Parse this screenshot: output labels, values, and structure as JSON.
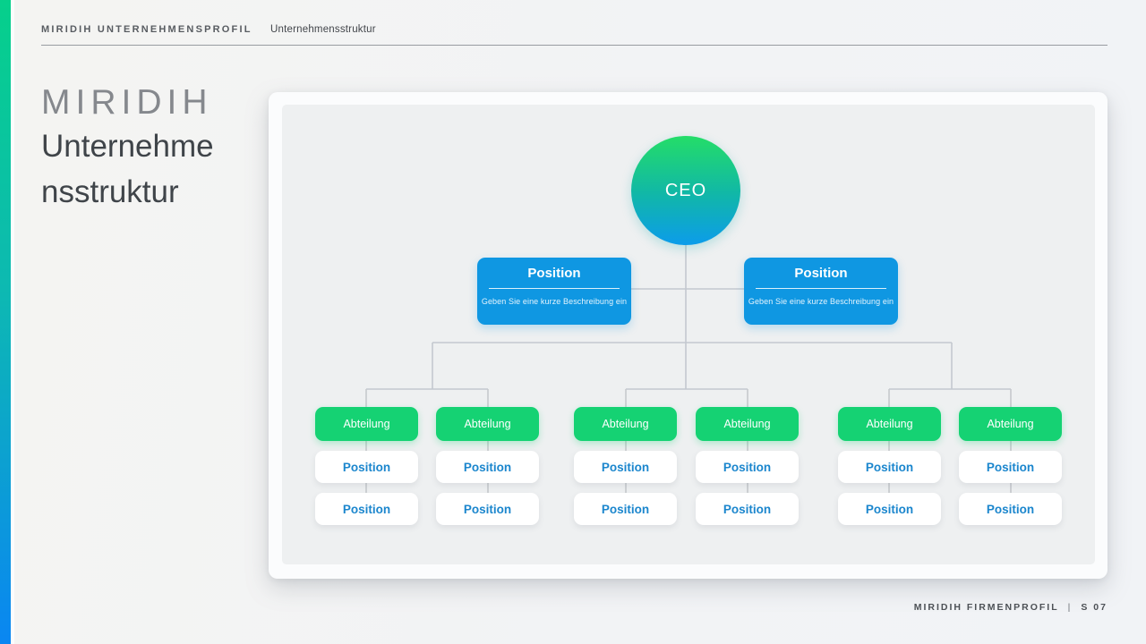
{
  "header": {
    "brand": "MIRIDIH UNTERNEHMENSPROFIL",
    "section": "Unternehmensstruktur"
  },
  "title": {
    "brand": "MIRIDIH",
    "line1": "Unternehme",
    "line2": "nsstruktur"
  },
  "chart": {
    "type": "org-chart",
    "ceo": {
      "label": "CEO"
    },
    "managers": [
      {
        "title": "Position",
        "desc": "Geben Sie eine kurze Beschreibung ein"
      },
      {
        "title": "Position",
        "desc": "Geben Sie eine kurze Beschreibung ein"
      }
    ],
    "departments": [
      {
        "label": "Abteilung",
        "positions": [
          "Position",
          "Position"
        ]
      },
      {
        "label": "Abteilung",
        "positions": [
          "Position",
          "Position"
        ]
      },
      {
        "label": "Abteilung",
        "positions": [
          "Position",
          "Position"
        ]
      },
      {
        "label": "Abteilung",
        "positions": [
          "Position",
          "Position"
        ]
      },
      {
        "label": "Abteilung",
        "positions": [
          "Position",
          "Position"
        ]
      },
      {
        "label": "Abteilung",
        "positions": [
          "Position",
          "Position"
        ]
      }
    ]
  },
  "footer": {
    "left": "MIRIDIH FIRMENPROFIL",
    "separator": "|",
    "page": "S 07"
  },
  "colors": {
    "accent_green": "#15d273",
    "accent_blue": "#0f97e2",
    "ceo_gradient_top": "#24dd68",
    "ceo_gradient_bottom": "#0c9cea",
    "position_text": "#1b86cd",
    "connector": "#c3c8cf"
  }
}
